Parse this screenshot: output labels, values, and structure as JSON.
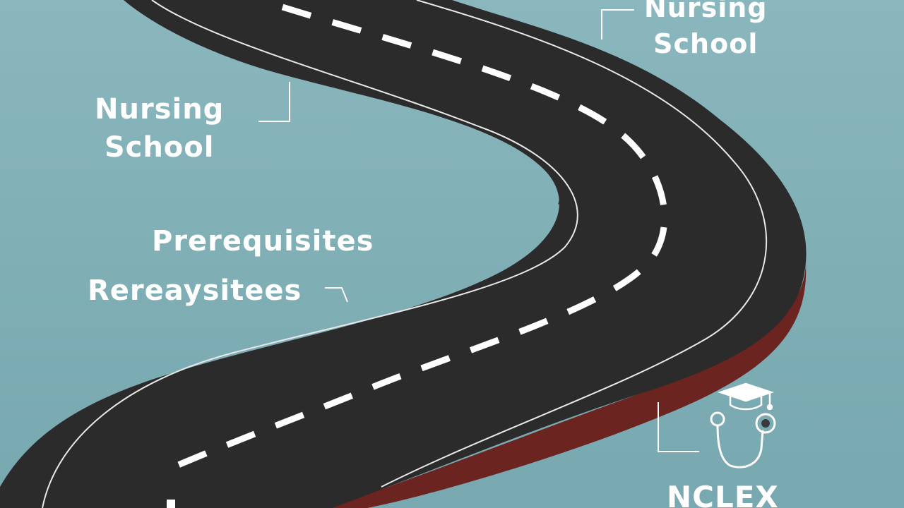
{
  "labels": {
    "top_right": [
      "Nursing",
      "School"
    ],
    "left": [
      "Nursing",
      "School"
    ],
    "prerequisites": "Prerequisites",
    "prerequisites_garbled": "Rereaysitees",
    "nclex": "NCLEX"
  },
  "icons": {
    "graduation_cap": "graduation-cap-icon",
    "stethoscope": "stethoscope-icon"
  },
  "colors": {
    "background": "#7fb0b8",
    "road": "#2b2b2b",
    "road_shadow": "#6b2420",
    "markings": "#ffffff"
  }
}
